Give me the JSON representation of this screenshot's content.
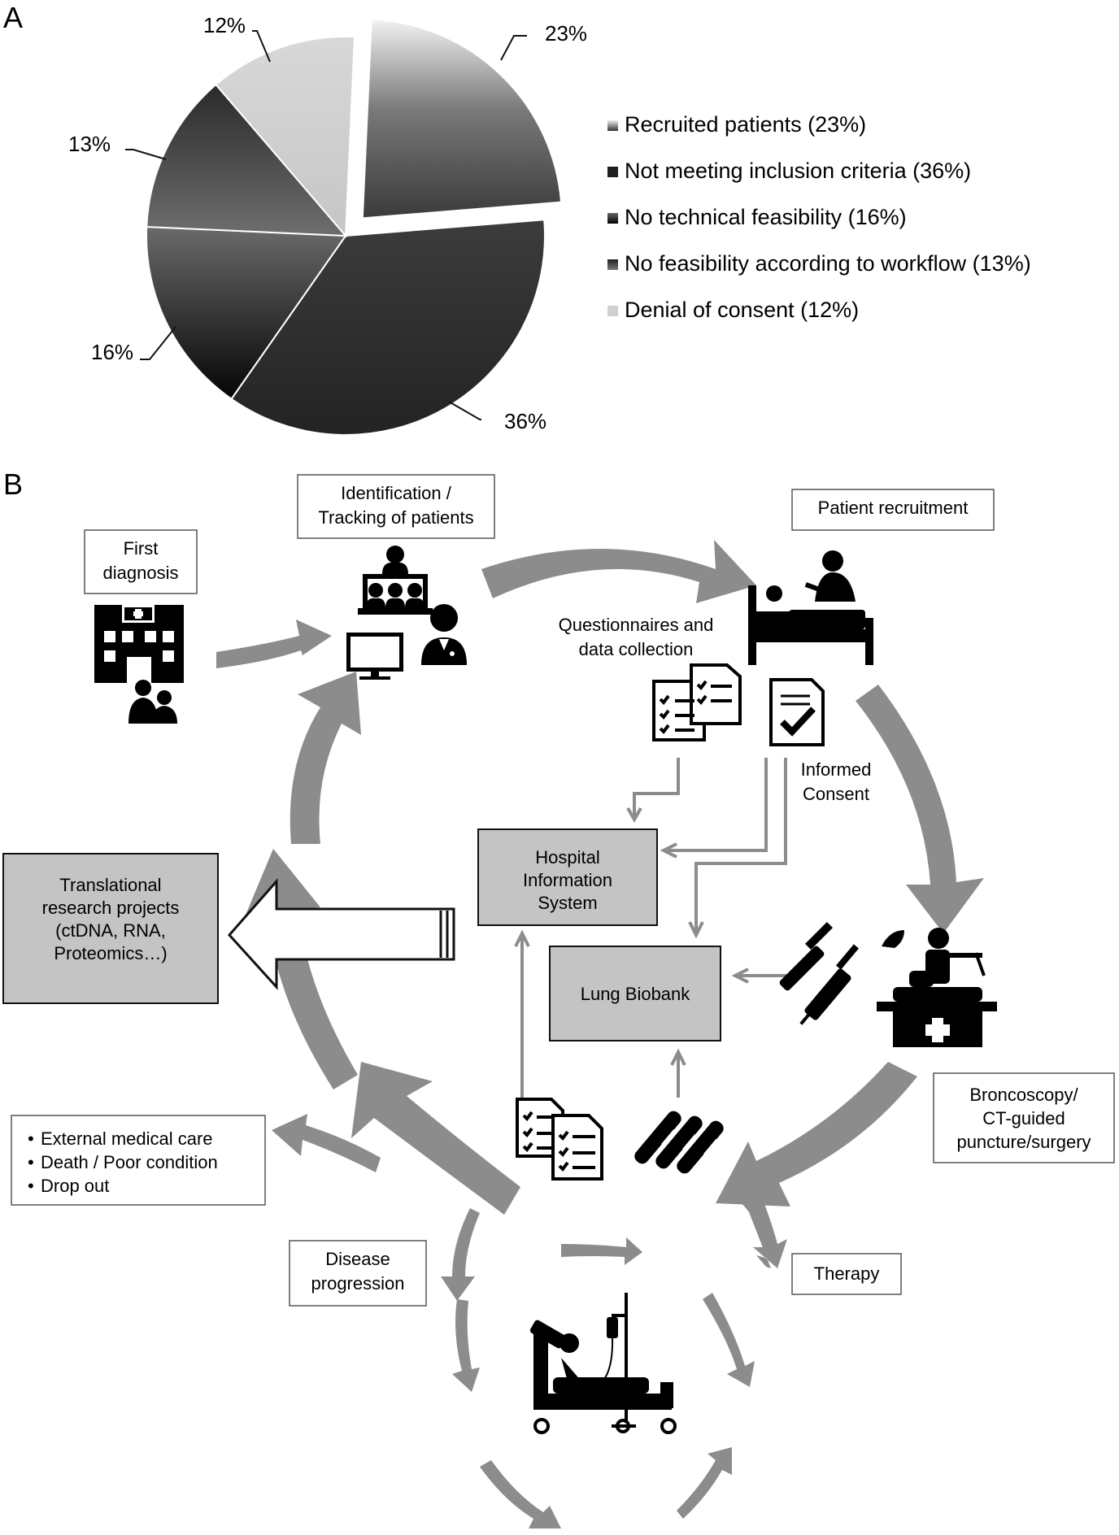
{
  "panel_a_label": "A",
  "panel_b_label": "B",
  "chart_data": {
    "type": "pie",
    "slices": [
      {
        "label": "Recruited patients (23%)",
        "value": 23,
        "pct_label": "23%",
        "color": "#4a4a4a",
        "exploded": true
      },
      {
        "label": "Not meeting inclusion criteria (36%)",
        "value": 36,
        "pct_label": "36%",
        "color": "#2e2e2e",
        "exploded": false
      },
      {
        "label": "No technical feasibility (16%)",
        "value": 16,
        "pct_label": "16%",
        "color": "#3a3a3a",
        "exploded": false
      },
      {
        "label": "No feasibility according to workflow (13%)",
        "value": 13,
        "pct_label": "13%",
        "color": "#505050",
        "exploded": false
      },
      {
        "label": "Denial of consent (12%)",
        "value": 12,
        "pct_label": "12%",
        "color": "#cfcfcf",
        "exploded": false
      }
    ],
    "legend_position": "right"
  },
  "diagram": {
    "first_diagnosis": [
      "First",
      "diagnosis"
    ],
    "identification": [
      "Identification /",
      "Tracking of patients"
    ],
    "patient_recruitment": "Patient recruitment",
    "questionnaires": [
      "Questionnaires and",
      "data collection"
    ],
    "informed_consent": [
      "Informed",
      "Consent"
    ],
    "hospital_info": [
      "Hospital",
      "Information",
      "System"
    ],
    "lung_biobank": "Lung Biobank",
    "translational": [
      "Translational",
      "research projects",
      "(ctDNA, RNA,",
      "Proteomics…)"
    ],
    "broncoscopy": [
      "Broncoscopy/",
      "CT-guided",
      "puncture/surgery"
    ],
    "therapy": "Therapy",
    "disease_progression": [
      "Disease",
      "progression"
    ],
    "dropouts": [
      "External medical care",
      "Death / Poor condition",
      "Drop out"
    ]
  }
}
